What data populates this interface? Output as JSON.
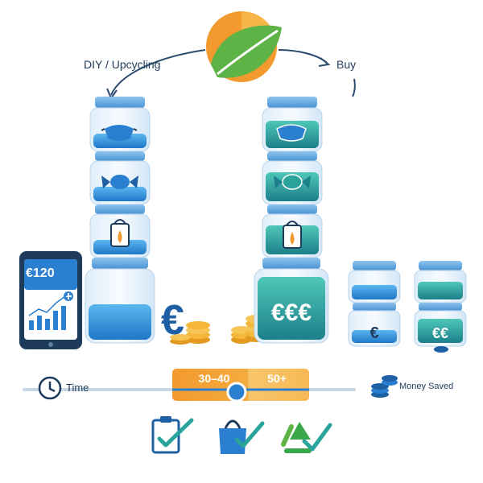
{
  "header": {
    "left_label": "DIY / Upcycling",
    "right_label": "Buy",
    "logo_icon": "leaf-orange-logo-icon"
  },
  "phone": {
    "balance": "€120",
    "plus_icon": "plus-icon",
    "chart_icon": "bar-chart-icon"
  },
  "diy_stack": {
    "jar_icons": [
      "face-mask-icon",
      "candy-icon",
      "lantern-icon"
    ],
    "money_symbol": "€"
  },
  "buy_stack": {
    "jar_icons": [
      "face-mask-icon",
      "candy-icon",
      "lantern-icon"
    ],
    "money_symbol": "€€€"
  },
  "small_jars": {
    "left_symbol": "€",
    "right_symbol": "€€"
  },
  "timeline": {
    "time_label": "Time",
    "money_label": "Money Saved",
    "range_low": "30–40",
    "range_high": "50+",
    "slider_value_fraction": 0.47
  },
  "bottom_icons": [
    "clipboard-check-icon",
    "shopping-bag-check-icon",
    "recycle-check-icon"
  ],
  "colors": {
    "navy": "#1f3b5c",
    "blue": "#2a7fd0",
    "teal": "#2aa39a",
    "orange": "#f29a2e",
    "green": "#3aa84a",
    "gold": "#f4b73a"
  }
}
